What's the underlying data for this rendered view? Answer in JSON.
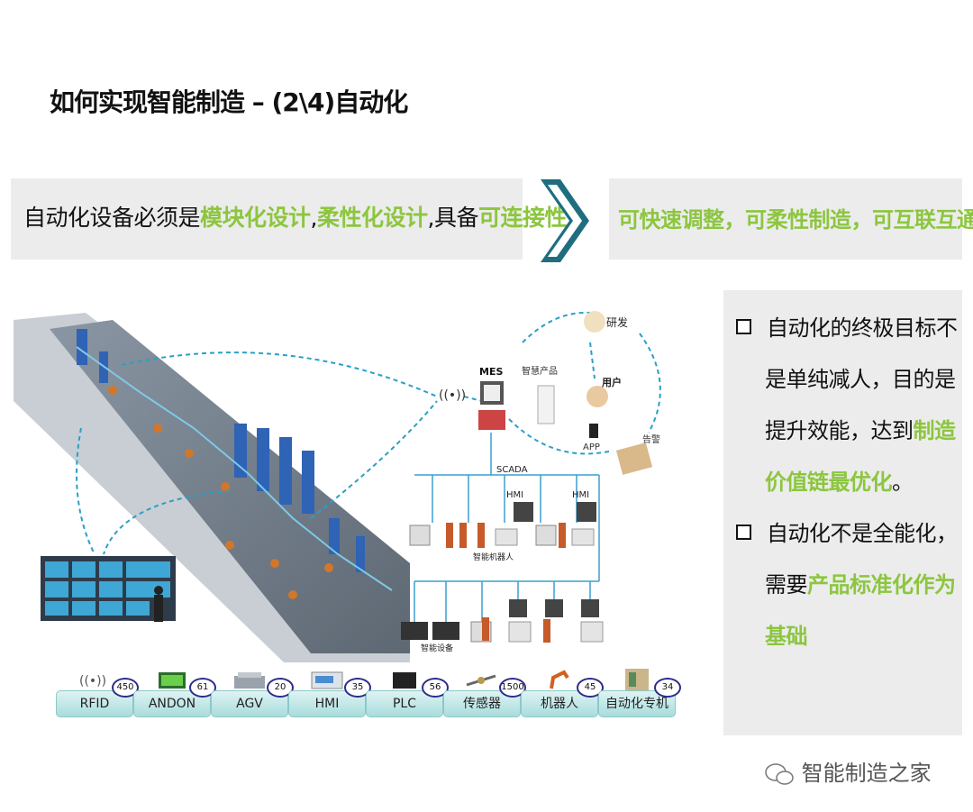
{
  "title": "如何实现智能制造 – (2\\4)自动化",
  "left_band": {
    "p1": "自动化设备必须是",
    "h1": "模块化设计",
    "p2": ",",
    "h2": "柔性化设计",
    "p3": ",具备",
    "h3": "可连接性"
  },
  "right_band": {
    "text": "可快速调整，可柔性制造，可互联互通"
  },
  "panel": {
    "b1": {
      "l1": "自动化的终极目标不",
      "l2": "是单纯减人，目的是",
      "l3a": "提升效能，达到",
      "l3b": "制造",
      "l4": "价值链最优化",
      "l4end": "。"
    },
    "b2": {
      "l1": "自动化不是全能化，",
      "l2a": "需要",
      "l2b": "产品标准化作为",
      "l3": "基础"
    }
  },
  "diagram": {
    "mes": "MES",
    "smart_product": "智慧产品",
    "rnd": "研发",
    "user": "用户",
    "app": "APP",
    "warning": "告警",
    "scada": "SCADA",
    "hmi1": "HMI",
    "hmi2": "HMI",
    "robot_label": "智能机器人",
    "device_label": "智能设备"
  },
  "legend": [
    {
      "label": "RFID",
      "count": "450",
      "icon": "rfid-icon"
    },
    {
      "label": "ANDON",
      "count": "61",
      "icon": "andon-icon"
    },
    {
      "label": "AGV",
      "count": "20",
      "icon": "agv-icon"
    },
    {
      "label": "HMI",
      "count": "35",
      "icon": "hmi-icon"
    },
    {
      "label": "PLC",
      "count": "56",
      "icon": "plc-icon"
    },
    {
      "label": "传感器",
      "count": "1500",
      "icon": "sensor-icon"
    },
    {
      "label": "机器人",
      "count": "45",
      "icon": "robot-icon"
    },
    {
      "label": "自动化专机",
      "count": "34",
      "icon": "special-machine-icon"
    }
  ],
  "watermark": "智能制造之家",
  "colors": {
    "accent_green": "#8cc63e",
    "arrow_teal": "#1f6e80",
    "band_gray": "#ececec"
  }
}
